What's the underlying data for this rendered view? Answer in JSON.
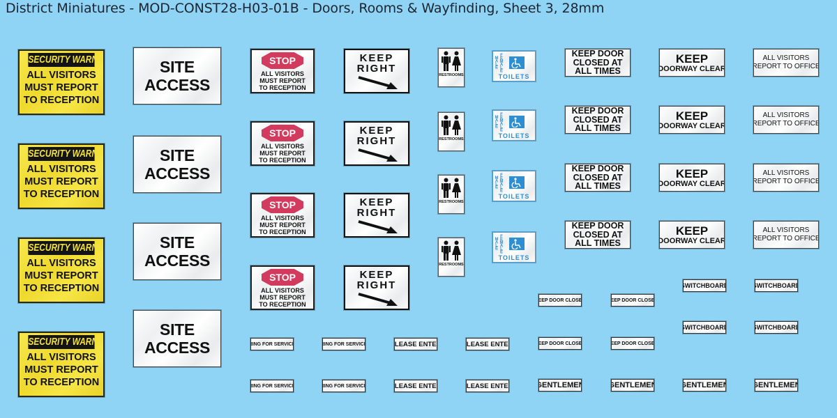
{
  "title": "District Miniatures - MOD-CONST28-H03-01B - Doors, Rooms & Wayfinding, Sheet 3, 28mm",
  "colors": {
    "background": "#8fd3f5",
    "warning_yellow": "#f3e13b",
    "stop_red": "#d23a5e",
    "toilet_blue": "#2d8fd1"
  },
  "signs": {
    "security_warning": {
      "header": "SECURITY WARNING",
      "line1": "ALL VISITORS",
      "line2": "MUST REPORT",
      "line3": "TO RECEPTION"
    },
    "site_access": {
      "line1": "SITE",
      "line2": "ACCESS"
    },
    "stop": {
      "badge": "STOP",
      "line1": "ALL VISITORS",
      "line2": "MUST REPORT",
      "line3": "TO RECEPTION"
    },
    "keep_right": {
      "line1": "KEEP",
      "line2": "RIGHT",
      "icon": "arrow-down-right-icon"
    },
    "restrooms": {
      "label": "RESTROOMS",
      "icon": "male-female-icon"
    },
    "toilets": {
      "male": "MALE",
      "female": "FEMALE",
      "label": "TOILETS",
      "icon": "wheelchair-icon"
    },
    "keep_door_closed_times": {
      "line1": "KEEP DOOR",
      "line2": "CLOSED AT",
      "line3": "ALL TIMES"
    },
    "keep_doorway_clear": {
      "line1": "KEEP",
      "line2": "DOORWAY CLEAR"
    },
    "all_visitors_report": {
      "line1": "ALL VISITORS",
      "line2": "REPORT TO OFFICE"
    },
    "switchboard": "SWITCHBOARD",
    "keep_door_closed": "KEEP DOOR CLOSED",
    "ring_for_service": "RING FOR SERVICE",
    "please_enter": "PLEASE ENTER",
    "gentlemen": "GENTLEMEN"
  }
}
